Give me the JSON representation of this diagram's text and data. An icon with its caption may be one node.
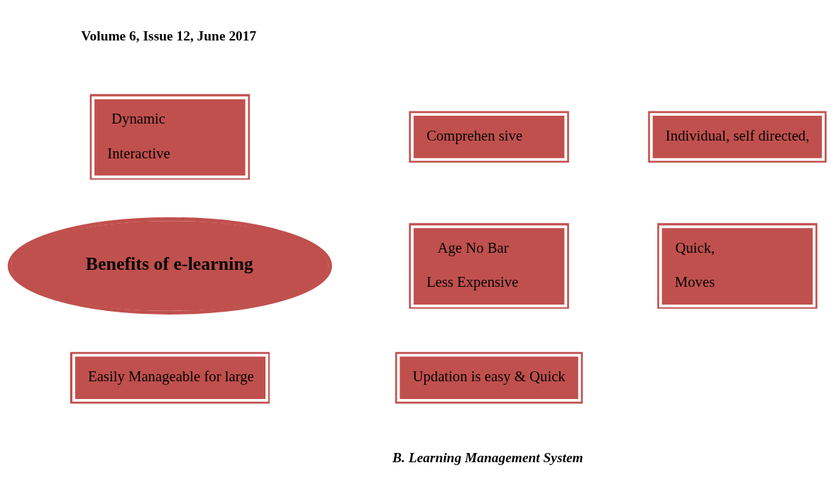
{
  "diagram": {
    "nodes": [
      {
        "text": [
          "Comprehen sive"
        ]
      },
      {
        "text": [
          "Dynamic",
          "Interactive"
        ]
      },
      {
        "text": [
          "Individual, self directed,"
        ]
      },
      {
        "text": [
          "Age No Bar",
          "Less Expensive"
        ]
      },
      {
        "text": [
          "Benefits of e-learning"
        ]
      },
      {
        "text": [
          "Quick,",
          "Moves"
        ]
      },
      {
        "text": [
          "Updation is easy & Quick"
        ]
      },
      {
        "text": [
          "Easily Manageable for large"
        ]
      }
    ],
    "edges": [],
    "labels": [
      "Volume 6, Issue 12, June 2017",
      "B. Learning Management System"
    ]
  }
}
